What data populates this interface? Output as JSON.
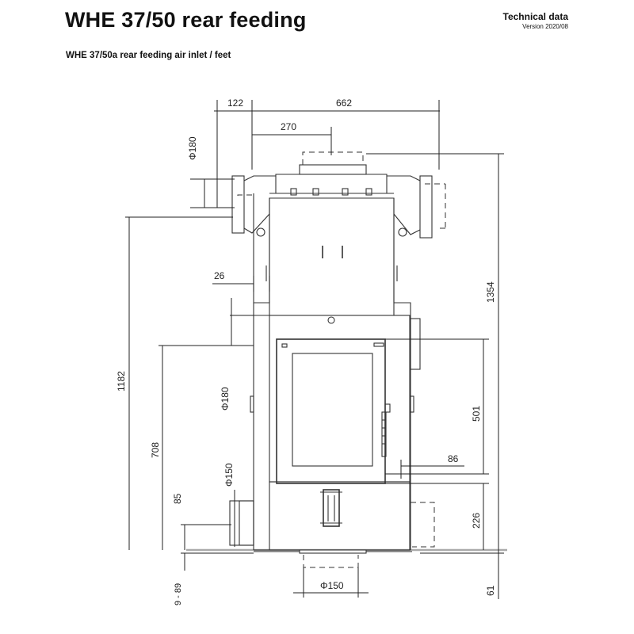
{
  "header": {
    "title": "WHE 37/50 rear feeding",
    "technical": "Technical data",
    "version": "Version 2020/08",
    "subtitle": "WHE 37/50a rear feeding air inlet / feet"
  },
  "dimensions": {
    "d122": "122",
    "d662": "662",
    "d270": "270",
    "phi180_top": "Φ180",
    "d26": "26",
    "d1354": "1354",
    "d1182": "1182",
    "phi180_left": "Φ180",
    "d501": "501",
    "d708": "708",
    "phi150_left": "Φ150",
    "d86": "86",
    "d85": "85",
    "d226": "226",
    "d9_89": "9 - 89",
    "phi150_bottom": "Φ150",
    "d61": "61"
  }
}
